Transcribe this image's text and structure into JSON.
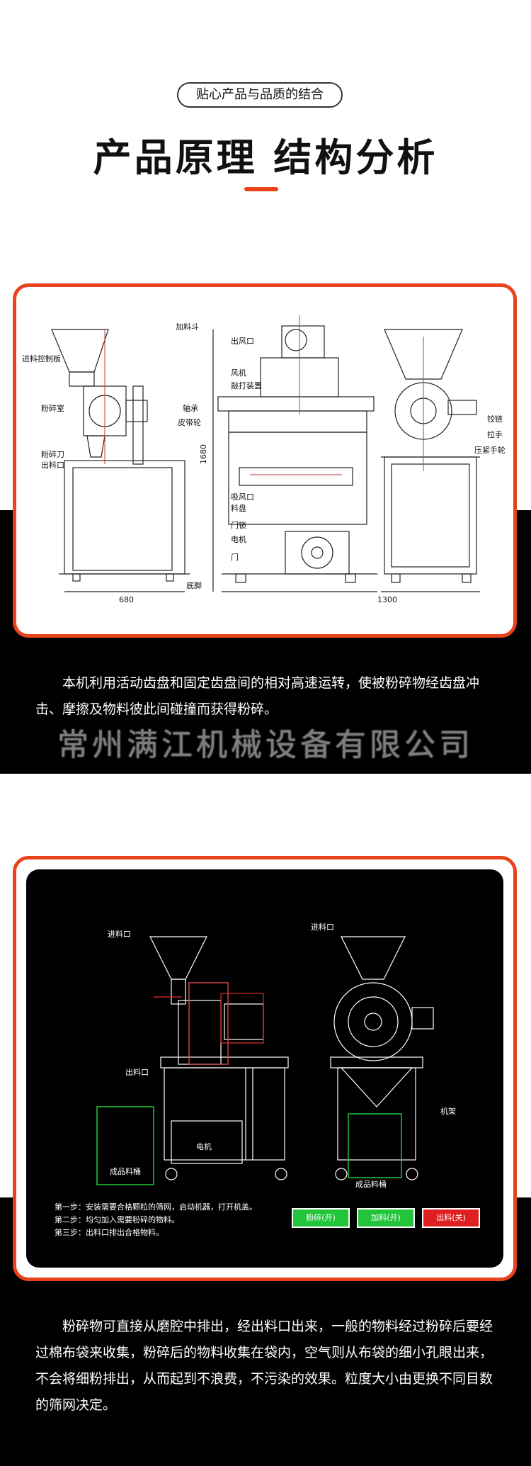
{
  "header": {
    "tagline": "贴心产品与品质的结合",
    "title": "产品原理 结构分析"
  },
  "diagram1": {
    "left_labels": [
      "加料斗",
      "进料控制板",
      "粉碎室",
      "轴承",
      "皮带轮",
      "粉碎刀",
      "出料口",
      "底脚"
    ],
    "middle_labels": [
      "出风口",
      "风机",
      "敲打装置",
      "吸风口",
      "料盘",
      "门锁",
      "电机",
      "门"
    ],
    "right_labels": [
      "铰链",
      "拉手",
      "压紧手轮"
    ],
    "dims": [
      "680",
      "1680",
      "1300"
    ]
  },
  "section1": {
    "description": "本机利用活动齿盘和固定齿盘间的相对高速运转，使被粉碎物经齿盘冲击、摩擦及物料彼此间碰撞而获得粉碎。",
    "watermark": "常州满江机械设备有限公司"
  },
  "diagram2": {
    "labels": [
      "进料口",
      "出料口",
      "成品料桶",
      "电机",
      "进料口",
      "机架",
      "成品料桶"
    ],
    "steps": [
      "第一步：安装需要合格颗粒的筛网，启动机器，打开机盖。",
      "第二步：均匀加入需要粉碎的物料。",
      "第三步：出料口排出合格物料。"
    ],
    "buttons": [
      "粉碎(开)",
      "加料(开)",
      "出料(关)"
    ],
    "colors": {
      "green": "#22c43a",
      "red": "#e02020"
    }
  },
  "section2": {
    "description": "粉碎物可直接从磨腔中排出，经出料口出来，一般的物料经过粉碎后要经过棉布袋来收集，粉碎后的物料收集在袋内，空气则从布袋的细小孔眼出来，不会将细粉排出，从而起到不浪费，不污染的效果。粒度大小由更换不同目数的筛网决定。"
  }
}
